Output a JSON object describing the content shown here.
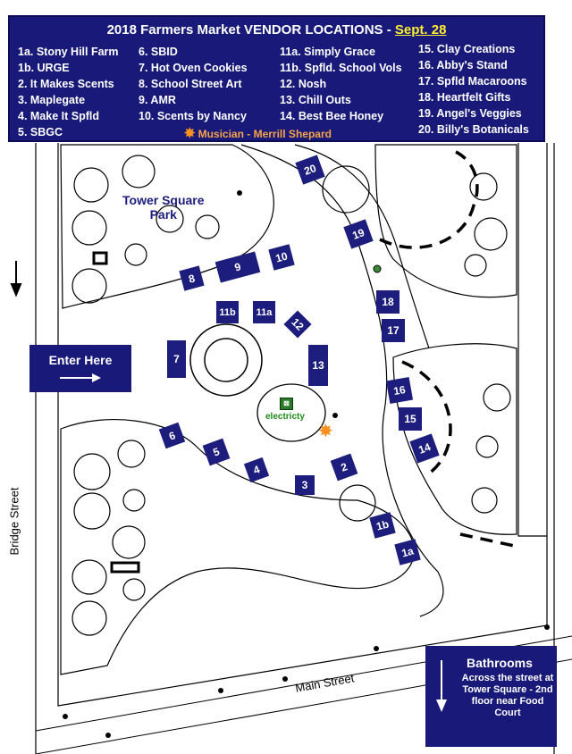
{
  "header": {
    "title": "2018 Farmers Market VENDOR LOCATIONS - ",
    "date": "Sept. 28",
    "vendors_col1": [
      "1a.  Stony Hill Farm",
      "1b. URGE",
      "2.  It Makes Scents",
      "3.  Maplegate",
      "4.  Make It Spfld",
      "5.  SBGC"
    ],
    "vendors_col2": [
      "6.  SBID",
      "7. Hot Oven Cookies",
      "8.  School Street Art",
      "9.  AMR",
      "10.  Scents by Nancy"
    ],
    "vendors_col3": [
      "11a. Simply Grace",
      "11b. Spfld. School Vols",
      "12.  Nosh",
      "13.  Chill Outs",
      "14.  Best Bee Honey"
    ],
    "vendors_col4": [
      "15. Clay Creations",
      "16.  Abby's Stand",
      "17.  Spfld Macaroons",
      "18.  Heartfelt Gifts",
      "19.  Angel's Veggies",
      "20.  Billy's Botanicals"
    ],
    "musician": "Musician - Merrill Shepard"
  },
  "park_name_line1": "Tower Square",
  "park_name_line2": "Park",
  "electricity_label": "electricty",
  "enter_label": "Enter Here",
  "bathrooms": {
    "title": "Bathrooms",
    "desc": "Across the street at Tower Square - 2nd floor near Food Court"
  },
  "streets": {
    "bridge": "Bridge Street",
    "main": "Main Street"
  },
  "booths": {
    "b1a": "1a",
    "b1b": "1b",
    "b2": "2",
    "b3": "3",
    "b4": "4",
    "b5": "5",
    "b6": "6",
    "b7": "7",
    "b8": "8",
    "b9": "9",
    "b10": "10",
    "b11a": "11a",
    "b11b": "11b",
    "b12": "12",
    "b13": "13",
    "b14": "14",
    "b15": "15",
    "b16": "16",
    "b17": "17",
    "b18": "18",
    "b19": "19",
    "b20": "20"
  },
  "colors": {
    "navy": "#19197a",
    "date_highlight": "#ffee33",
    "musician": "#f7901e",
    "electric": "#2a7a2a"
  }
}
